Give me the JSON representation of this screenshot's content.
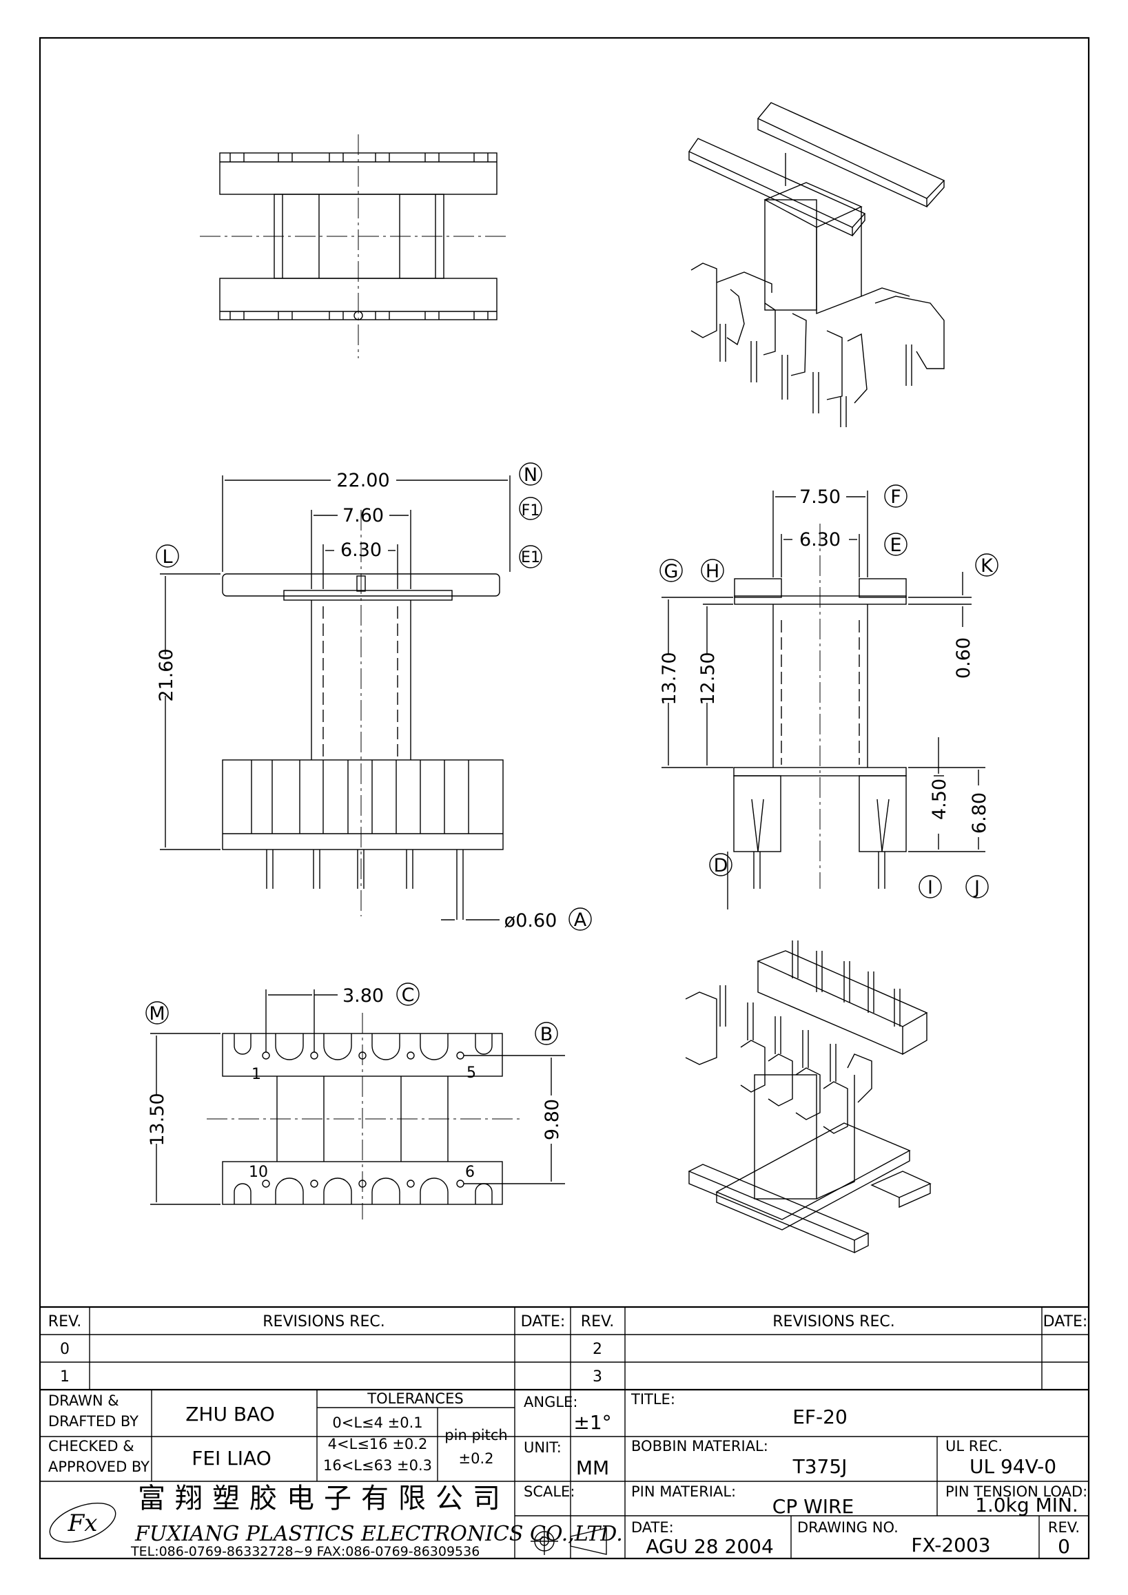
{
  "dimensions": {
    "d22": "22.00",
    "d760": "7.60",
    "d630_left": "6.30",
    "d2160": "21.60",
    "dpin": "ø0.60",
    "d750": "7.50",
    "d630_right": "6.30",
    "d1370": "13.70",
    "d1250": "12.50",
    "d060": "0.60",
    "d450": "4.50",
    "d680": "6.80",
    "d380": "3.80",
    "d1350": "13.50",
    "d980": "9.80"
  },
  "callouts": {
    "N": "N",
    "F1": "F1",
    "E1": "E1",
    "L": "L",
    "A": "A",
    "F": "F",
    "E": "E",
    "G": "G",
    "H": "H",
    "K": "K",
    "D": "D",
    "I": "I",
    "J": "J",
    "C": "C",
    "M": "M",
    "B": "B"
  },
  "pin_numbers": {
    "p1": "1",
    "p5": "5",
    "p10": "10",
    "p6": "6"
  },
  "title_block": {
    "rev_header": "REV.",
    "revisions_header": "REVISIONS   REC.",
    "date_header": "DATE:",
    "rev_header_2": "REV.",
    "revisions_header_2": "REVISIONS   REC.",
    "date_header_2": "DATE:",
    "rev_rows_left": [
      "0",
      "1"
    ],
    "rev_rows_right": [
      "2",
      "3"
    ],
    "drawn_label_1": "DRAWN &",
    "drawn_label_2": "DRAFTED BY",
    "drawn_name": "ZHU   BAO",
    "checked_label_1": "CHECKED &",
    "checked_label_2": "APPROVED BY",
    "checked_name": "FEI LIAO",
    "tolerances_header": "TOLERANCES",
    "tol_1": "0<L≤4    ±0.1",
    "tol_2": "4<L≤16  ±0.2",
    "tol_3": "16<L≤63  ±0.3",
    "pin_pitch_label": "pin pitch",
    "pin_pitch_value": "±0.2",
    "angle_label": "ANGLE:",
    "angle_value": "±1°",
    "unit_label": "UNIT:",
    "unit_value": "MM",
    "scale_label": "SCALE:",
    "title_label": "TITLE:",
    "title_value": "EF-20",
    "bobbin_label": "BOBBIN MATERIAL:",
    "bobbin_value": "T375J",
    "ul_label": "UL REC.",
    "ul_value": "UL 94V-0",
    "pin_material_label": "PIN MATERIAL:",
    "pin_material_value": "CP WIRE",
    "pin_tension_label": "PIN TENSION LOAD:",
    "pin_tension_value": "1.0kg MIN.",
    "date_label": "DATE:",
    "date_value": "AGU 28 2004",
    "drawing_no_label": "DRAWING NO.",
    "drawing_no_value": "FX-2003",
    "rev_label": "REV.",
    "rev_value": "0",
    "company_cn": "富翔塑胶电子有限公司",
    "company_en": "FUXIANG PLASTICS ELECTRONICS CO.,LTD.",
    "company_contact": "TEL:086-0769-86332728~9  FAX:086-0769-86309536"
  }
}
